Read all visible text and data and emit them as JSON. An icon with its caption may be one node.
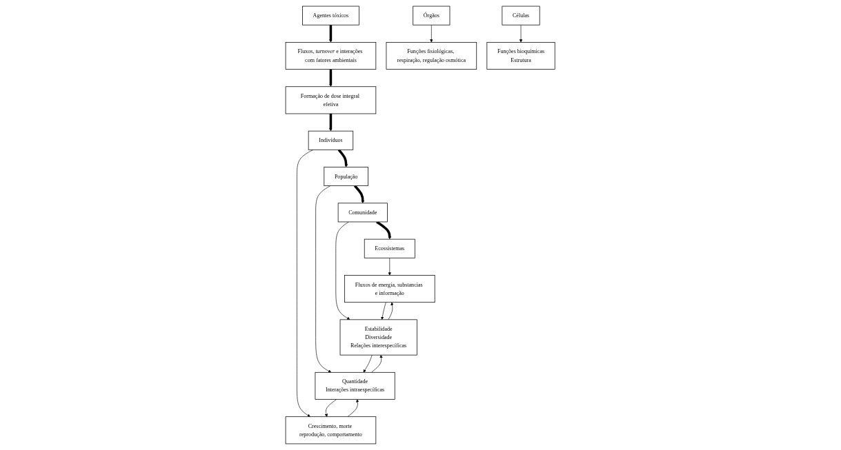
{
  "diagram": {
    "nodes": [
      {
        "text": [
          "Agentes tóxicos"
        ]
      },
      {
        "text": [
          "Fluxos, *turnover* e interações com fatores ambientais"
        ]
      },
      {
        "text": [
          "Formação de dose integral efetiva"
        ]
      },
      {
        "text": [
          "Ecossistemas"
        ]
      },
      {
        "text": [
          "Comunidade"
        ]
      },
      {
        "text": [
          "População"
        ]
      },
      {
        "text": [
          "Indivíduos"
        ]
      },
      {
        "text": [
          "Órgãos"
        ]
      },
      {
        "text": [
          "Células"
        ]
      },
      {
        "text": [
          "Fluxos de energia, substancias e informação"
        ]
      },
      {
        "text": [
          "Estabilidade",
          "Diversidade",
          "Relações interespecíficas"
        ]
      },
      {
        "text": [
          "Quantidade",
          "Interações intraespecíficas"
        ]
      },
      {
        "text": [
          "Crescimento, morte reprodução, comportamento"
        ]
      },
      {
        "text": [
          "Funções fisiológicas, respiração, regulação osmótica"
        ]
      },
      {
        "text": [
          "Funções bioquímicas",
          "Estrutura"
        ]
      }
    ],
    "edges": [
      {
        "from": 0,
        "to": 1,
        "arrow": "to",
        "style": "thick"
      },
      {
        "from": 1,
        "to": 2,
        "arrow": "to",
        "style": "thick"
      },
      {
        "from": 2,
        "to": 6,
        "arrow": "to",
        "style": "thick"
      },
      {
        "from": 6,
        "to": 5,
        "arrow": "to",
        "style": "thick"
      },
      {
        "from": 5,
        "to": 4,
        "arrow": "to",
        "style": "thick"
      },
      {
        "from": 4,
        "to": 3,
        "arrow": "to",
        "style": "thick"
      },
      {
        "from": 3,
        "to": 9,
        "arrow": "to"
      },
      {
        "from": 4,
        "to": 10,
        "arrow": "to"
      },
      {
        "from": 5,
        "to": 11,
        "arrow": "to"
      },
      {
        "from": 6,
        "to": 12,
        "arrow": "to"
      },
      {
        "from": 7,
        "to": 13,
        "arrow": "to"
      },
      {
        "from": 8,
        "to": 14,
        "arrow": "to"
      },
      {
        "from": 10,
        "to": 9,
        "arrow": "to"
      },
      {
        "from": 9,
        "to": 10,
        "arrow": "to"
      },
      {
        "from": 11,
        "to": 10,
        "arrow": "to"
      },
      {
        "from": 10,
        "to": 11,
        "arrow": "to"
      },
      {
        "from": 12,
        "to": 11,
        "arrow": "to"
      },
      {
        "from": 11,
        "to": 12,
        "arrow": "to"
      }
    ]
  }
}
